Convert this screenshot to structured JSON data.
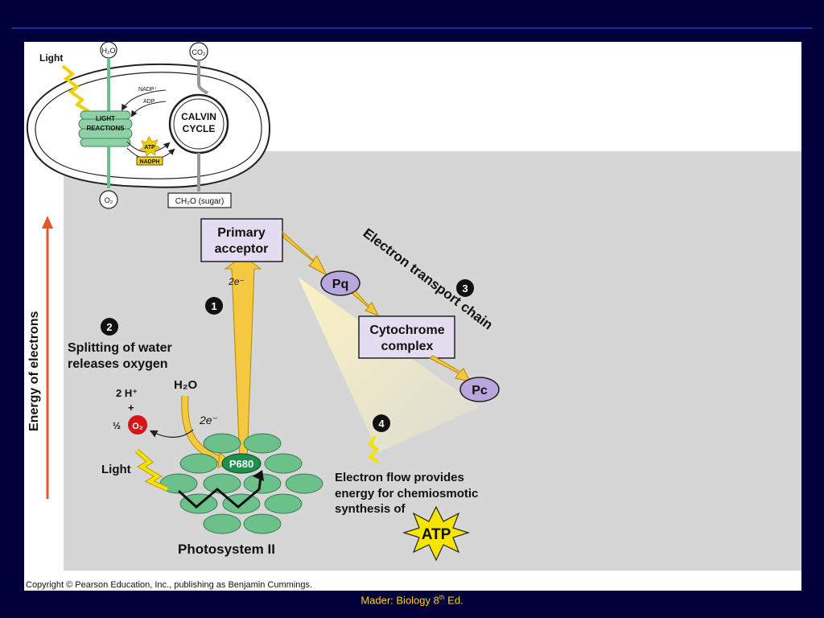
{
  "chloroplast": {
    "light_label": "Light",
    "h2o_label": "H₂O",
    "co2_label": "CO₂",
    "o2_label": "O₂",
    "nadp_label": "NADP⁺",
    "adp_label": "ADP",
    "light_reactions_line1": "LIGHT",
    "light_reactions_line2": "REACTIONS",
    "calvin_line1": "CALVIN",
    "calvin_line2": "CYCLE",
    "atp_label": "ATP",
    "nadph_label": "NADPH",
    "sugar_label": "CH₂O (sugar)"
  },
  "axis": {
    "label": "Energy of electrons"
  },
  "primary_acceptor": {
    "line1": "Primary",
    "line2": "acceptor"
  },
  "two_e_top": "2e⁻",
  "step1": {
    "number": "1"
  },
  "step2": {
    "number": "2",
    "line1": "Splitting of water",
    "line2": "releases oxygen"
  },
  "step3": {
    "number": "3"
  },
  "step4": {
    "number": "4",
    "line1": "Electron flow provides",
    "line2": "energy for chemiosmotic",
    "line3": "synthesis of"
  },
  "chain_label": "Electron transport chain",
  "pq_label": "Pq",
  "cytochrome": {
    "line1": "Cytochrome",
    "line2": "complex"
  },
  "pc_label": "Pc",
  "water_split": {
    "two_h": "2 H⁺",
    "plus": "+",
    "half": "½",
    "o2": "O₂",
    "h2o": "H₂O",
    "two_e": "2e⁻"
  },
  "light_label_ps": "Light",
  "p680_label": "P680",
  "photosystem_label": "Photosystem II",
  "atp_burst_label": "ATP",
  "copyright": "Copyright © Pearson Education, Inc., publishing as Benjamin Cummings.",
  "footer": {
    "text": "Mader: Biology 8",
    "sup": "th",
    "suffix": " Ed."
  },
  "colors": {
    "background": "#00003a",
    "panel": "#ffffff",
    "gray_region": "#d6d6d6",
    "box_fill": "#e4dcf0",
    "oval_fill": "#b8a6dc",
    "arrow_yellow": "#f5c842",
    "thylakoid_green": "#6cc08a",
    "p680_green": "#1f8f4e",
    "axis_arrow": "#e8552b",
    "o2_red": "#d7141a",
    "caption": "#ffd21a"
  }
}
